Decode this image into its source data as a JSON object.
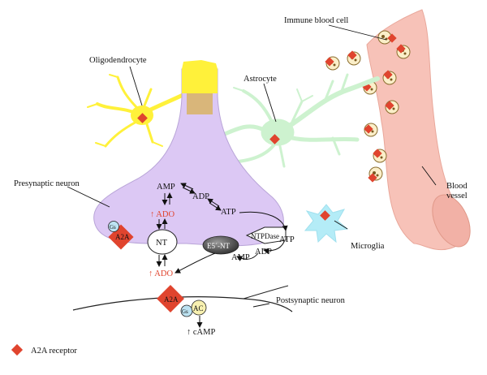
{
  "labels": {
    "immune_blood_cell": "Immune blood cell",
    "oligodendrocyte": "Oligodendrocyte",
    "astrocyte": "Astrocyte",
    "presynaptic_neuron": "Presynaptic neuron",
    "blood_vessel_1": "Blood",
    "blood_vessel_2": "vessel",
    "microglia": "Microglia",
    "postsynaptic_neuron": "Postsynaptic neuron"
  },
  "pathway": {
    "amp_top": "AMP",
    "adp_mid": "ADP",
    "atp_mid": "ATP",
    "ado_up": "↑ ADO",
    "nt": "NT",
    "ntpdase": "NTPDase",
    "atp_out": "ATP",
    "adp_out": "ADP",
    "amp_out": "AMP",
    "e5nt": "E5´-NT",
    "ado_down": "↑ ADO",
    "camp": "↑ cAMP",
    "ac": "AC",
    "gs": "Gs",
    "a2a_pre": "A2A",
    "a2a_post": "A2A"
  },
  "legend": {
    "label": "A2A receptor"
  },
  "colors": {
    "presynaptic": "#dcc8f4",
    "oligodendrocyte": "#fff13a",
    "axon_myelin": "#d9b67a",
    "astrocyte": "#cdf2cf",
    "blood_vessel": "#f7c2b8",
    "microglia": "#b4ecf7",
    "receptor": "#e0442e",
    "immune_cell": "#fbefc9",
    "gs_circle": "#bde3f2",
    "ac_circle": "#f7f0b0",
    "e5nt": "#555555"
  }
}
